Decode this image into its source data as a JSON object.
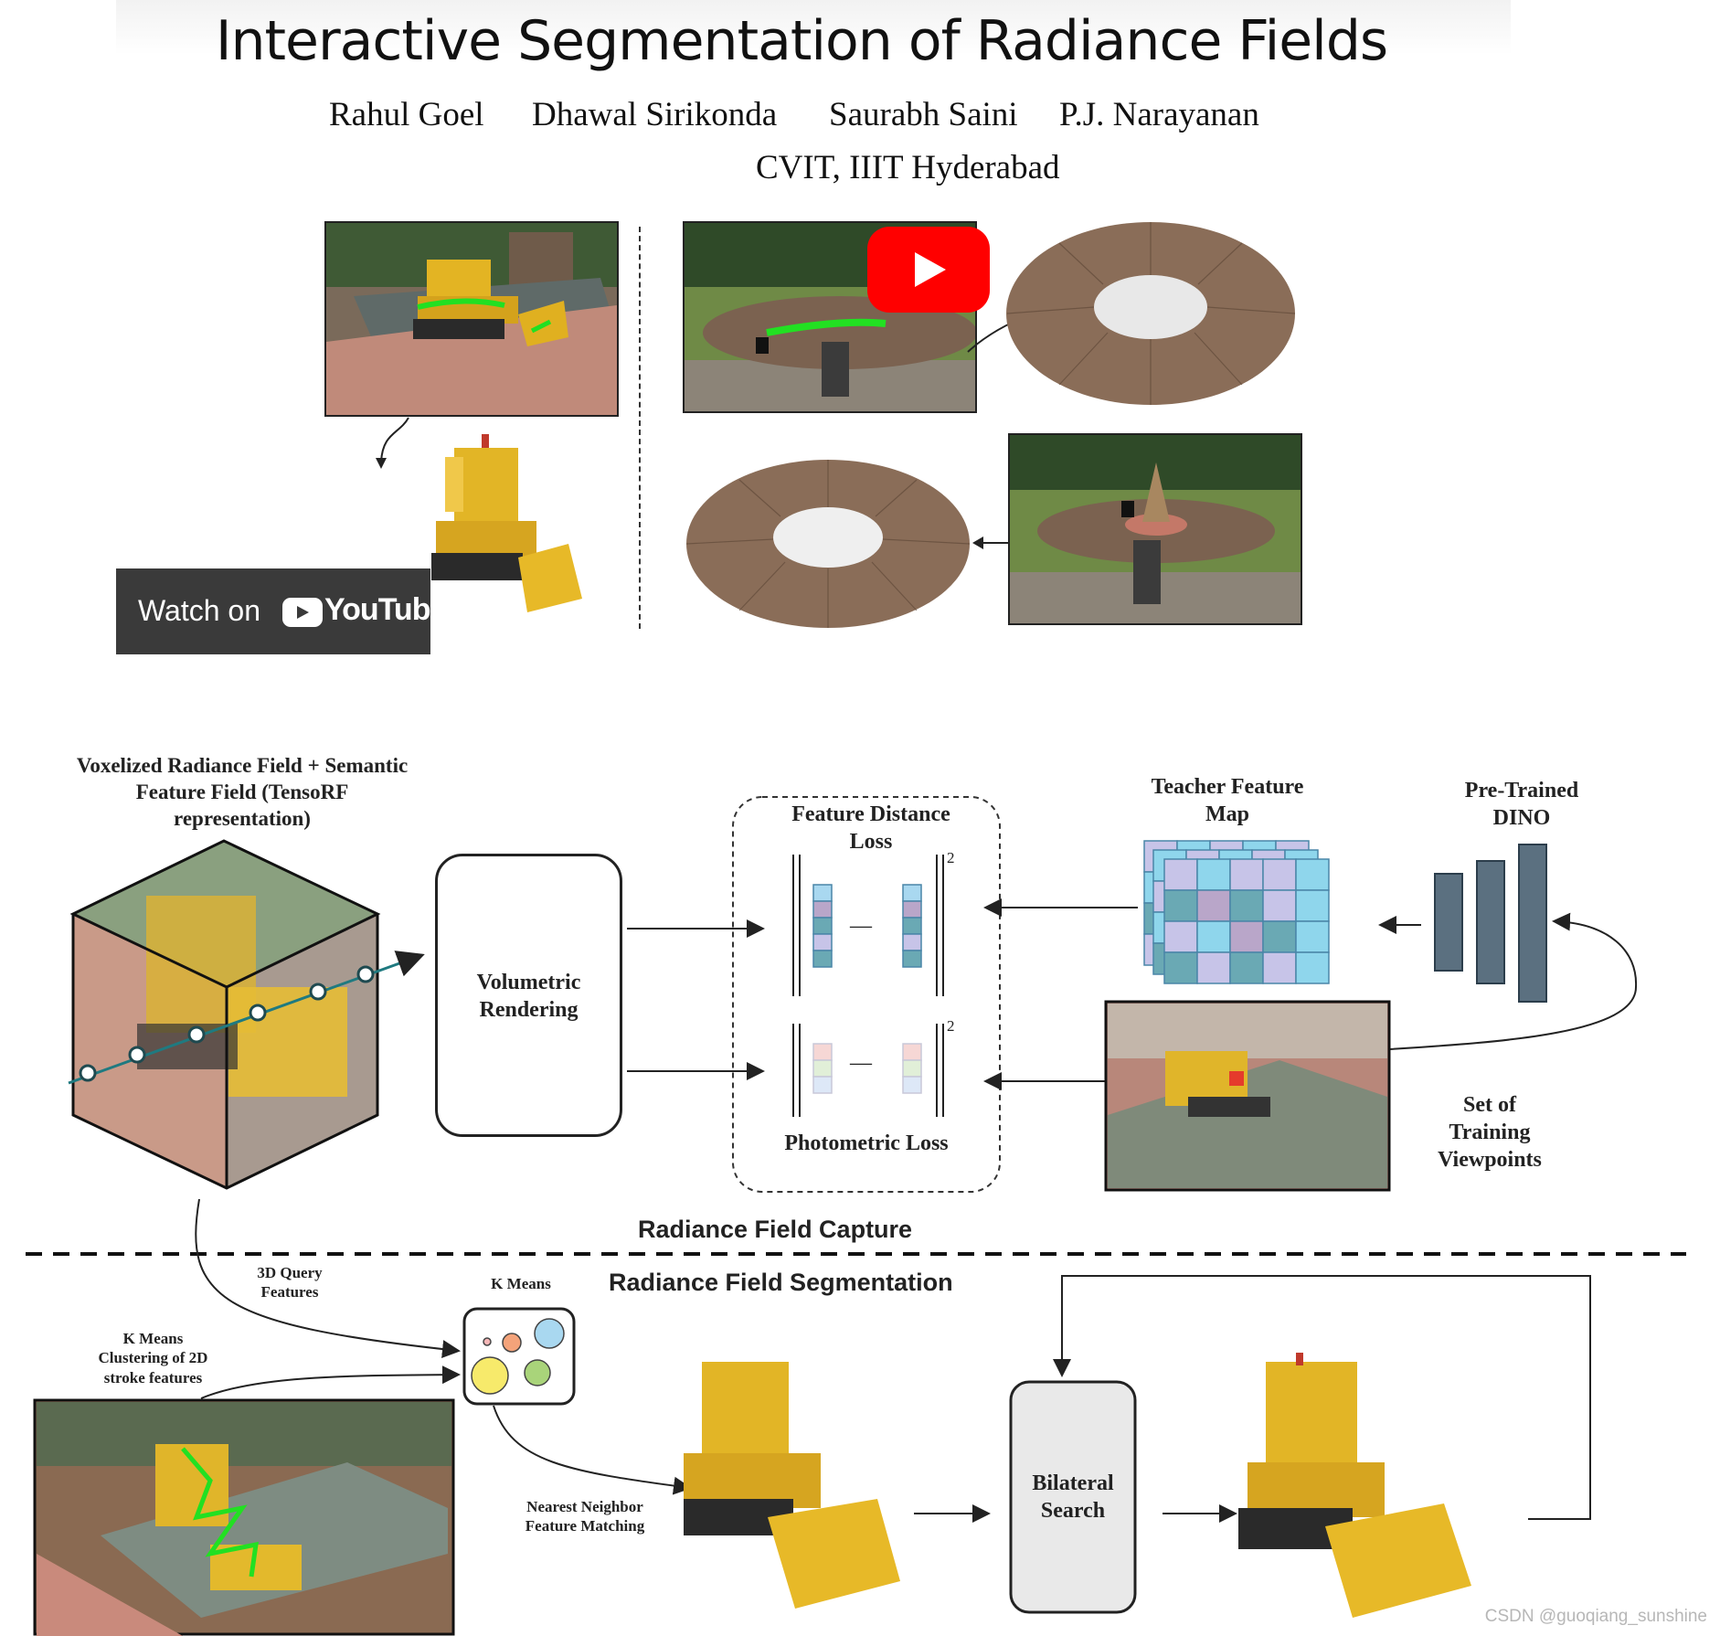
{
  "video": {
    "title": "Interactive Segmentation of Radiance Fields",
    "authors": [
      "Rahul Goel",
      "Dhawal Sirikonda",
      "Saurabh Saini",
      "P.J. Narayanan"
    ],
    "affiliation": "CVIT, IIIT Hyderabad",
    "watch_label": "Watch on",
    "youtube_label": "YouTube"
  },
  "diagram": {
    "voxel_label": "Voxelized Radiance Field + Semantic Feature Field (TensoRF representation)",
    "volumetric_rendering": "Volumetric Rendering",
    "feature_distance_loss": "Feature Distance Loss",
    "photometric_loss": "Photometric Loss",
    "teacher_feature_map": "Teacher Feature Map",
    "pretrained_dino": "Pre-Trained DINO",
    "training_viewpoints": "Set of Training Viewpoints",
    "norm_exponent": "2",
    "minus": "—",
    "capture_section": "Radiance Field Capture",
    "segmentation_section": "Radiance Field Segmentation",
    "query_features": "3D Query Features",
    "k_means": "K Means",
    "k_means_clustering": "K Means Clustering of 2D stroke features",
    "nearest_neighbor": "Nearest Neighbor Feature Matching",
    "bilateral_search": "Bilateral Search"
  },
  "watermark": "CSDN @guoqiang_sunshine",
  "colors": {
    "youtube_red": "#ff0000",
    "teal_ray": "#1f7a80",
    "stroke_green": "#22e022",
    "feature_blue": "#8fd6ec",
    "feature_lavender": "#c7c4e8",
    "feature_teal": "#6aa9b4"
  }
}
